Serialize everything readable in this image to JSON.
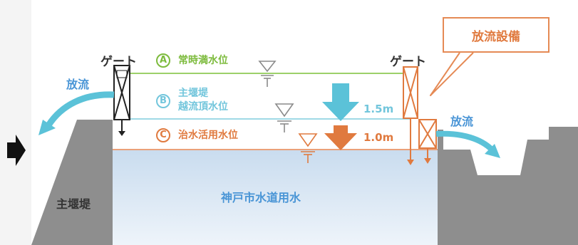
{
  "gate_left_label": "ゲート",
  "gate_right_label": "ゲート",
  "levels": [
    {
      "letter": "A",
      "text": "常時満水位",
      "color": "#7dbb3d"
    },
    {
      "letter": "B",
      "text_line1": "主堰堤",
      "text_line2": "越流頂水位",
      "color": "#73c6dc"
    },
    {
      "letter": "C",
      "text": "治水活用水位",
      "color": "#e07a3f"
    }
  ],
  "depths": [
    "1.5m",
    "1.0m"
  ],
  "discharge_left": "放流",
  "discharge_right": "放流",
  "facility_callout": "放流設備",
  "main_dam": "主堰堤",
  "reservoir": "神戸市水道用水"
}
